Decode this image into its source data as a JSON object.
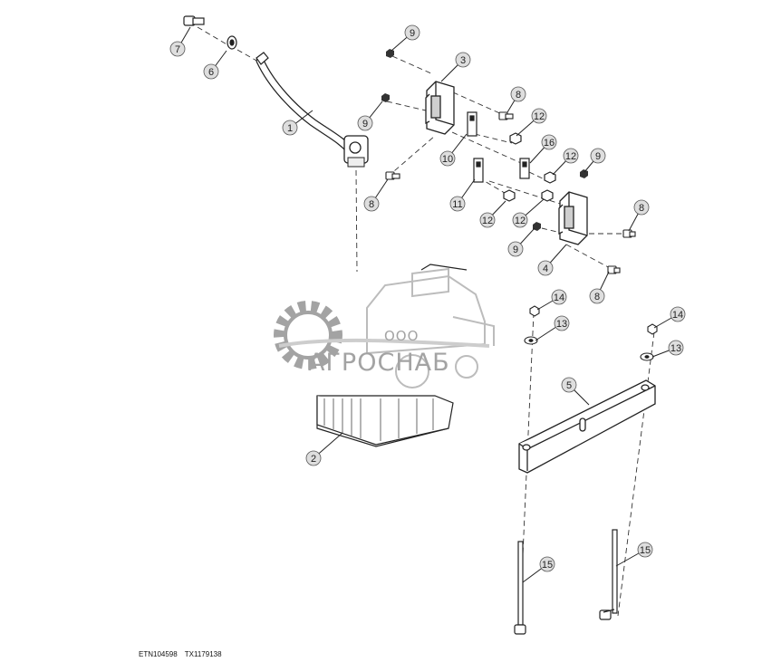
{
  "footer": {
    "codes": [
      "ETN104598",
      "TX1179138"
    ]
  },
  "watermark": {
    "prefix": "ООО",
    "name": "АГРОСНАБ",
    "color": "#9a9a9a"
  },
  "callouts": [
    {
      "num": "1"
    },
    {
      "num": "2"
    },
    {
      "num": "3"
    },
    {
      "num": "4"
    },
    {
      "num": "5"
    },
    {
      "num": "6"
    },
    {
      "num": "7"
    },
    {
      "num": "8"
    },
    {
      "num": "8"
    },
    {
      "num": "8"
    },
    {
      "num": "8"
    },
    {
      "num": "9"
    },
    {
      "num": "9"
    },
    {
      "num": "9"
    },
    {
      "num": "9"
    },
    {
      "num": "10"
    },
    {
      "num": "11"
    },
    {
      "num": "12"
    },
    {
      "num": "12"
    },
    {
      "num": "12"
    },
    {
      "num": "12"
    },
    {
      "num": "13"
    },
    {
      "num": "13"
    },
    {
      "num": "14"
    },
    {
      "num": "14"
    },
    {
      "num": "15"
    },
    {
      "num": "15"
    },
    {
      "num": "16"
    }
  ],
  "colors": {
    "line": "#222222",
    "bubble": "#dedede"
  }
}
